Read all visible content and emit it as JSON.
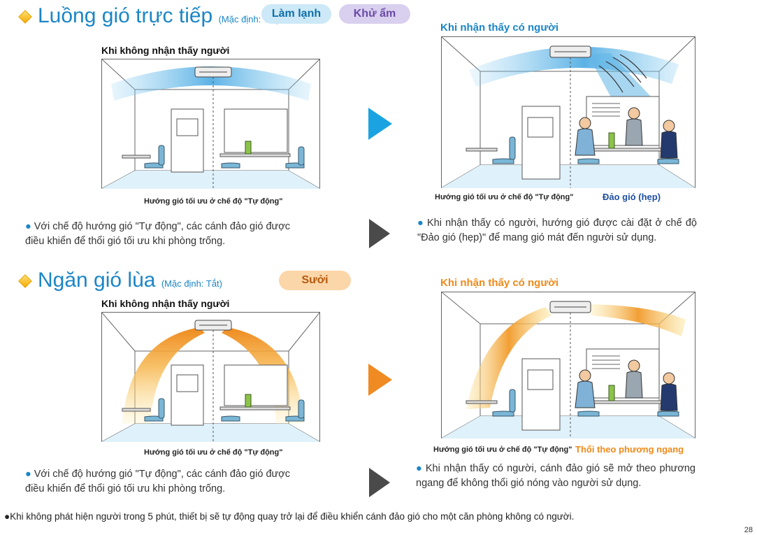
{
  "section1": {
    "title": "Luồng gió trực tiếp",
    "subtitle": "(Mặc định: Tắt)",
    "badges": [
      "Làm lạnh",
      "Khử ẩm"
    ],
    "left_heading": "Khi không nhận thấy người",
    "right_heading": "Khi nhận thấy có người",
    "left_caption": "Hướng gió tối ưu ở chế độ \"Tự động\"",
    "right_caption": "Hướng gió tối ưu ở chế độ \"Tự động\"",
    "right_mode_label": "Đảo gió (hẹp)",
    "left_desc": "Với chế độ hướng gió \"Tự động\", các cánh đảo gió được điều khiển để thổi gió tối ưu khi phòng trống.",
    "right_desc": "Khi nhận thấy có người, hướng gió được cài đặt ở chế độ \"Đảo gió (hẹp)\" để mang gió mát đến người sử dụng."
  },
  "section2": {
    "title": "Ngăn gió lùa",
    "subtitle": "(Mặc định: Tắt)",
    "badge": "Sưởi",
    "left_heading": "Khi không nhận thấy người",
    "right_heading": "Khi nhận thấy có người",
    "left_caption": "Hướng gió tối ưu ở chế độ \"Tự động\"",
    "right_caption": "Hướng gió tối ưu ở chế độ \"Tự động\"",
    "right_mode_label": "Thổi theo phương ngang",
    "left_desc": "Với chế độ hướng gió \"Tự động\", các cánh đảo gió được điều khiển để thổi gió tối ưu khi phòng trống.",
    "right_desc": "Khi nhận thấy có người, cánh đảo gió sẽ mở theo phương ngang để không thổi gió nóng vào người sử dụng."
  },
  "footer_note": "Khi không phát hiện người trong 5 phút, thiết bị sẽ tự động quay trở lại để điều khiển cánh đảo gió cho một căn phòng không có người.",
  "page_number": "28",
  "colors": {
    "title_blue": "#1b86c6",
    "cool_airflow": "#5fb4e6",
    "warm_airflow": "#f19a2a",
    "arrow_blue": "#1aa3e0",
    "arrow_orange": "#f08a22",
    "arrow_gray": "#4a4a4a"
  },
  "icons": [
    "diamond-bullet-icon",
    "arrow-right-icon",
    "ceiling-ac-unit-icon"
  ]
}
